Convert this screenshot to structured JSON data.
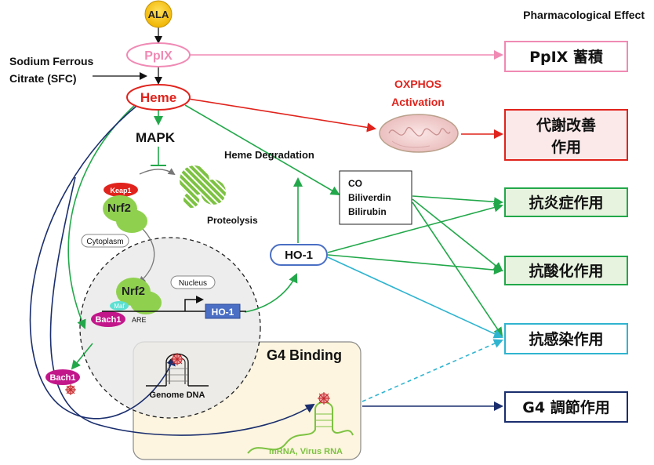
{
  "header": {
    "title": "Pharmacological  Effect"
  },
  "nodes": {
    "ala": "ALA",
    "ppix": "PpIX",
    "sfc_line1": "Sodium Ferrous",
    "sfc_line2": "Citrate (SFC)",
    "heme": "Heme",
    "mapk": "MAPK",
    "heme_degradation": "Heme Degradation",
    "oxphos_line1": "OXPHOS",
    "oxphos_line2": "Activation",
    "products": [
      "CO",
      "Biliverdin",
      "Bilirubin"
    ],
    "keap1": "Keap1",
    "nrf2_cyto": "Nrf2",
    "cytoplasm": "Cytoplasm",
    "proteolysis": "Proteolysis",
    "nucleus": "Nucleus",
    "nrf2_nuc": "Nrf2",
    "maf": "Maf",
    "bach1_nuc": "Bach1",
    "are": "ARE",
    "ho1_gene": "HO-1",
    "ho1_protein": "HO-1",
    "bach1_free": "Bach1",
    "g4_title": "G4 Binding",
    "genome_dna": "Genome DNA",
    "mrna": "mRNA, Virus RNA"
  },
  "effects": [
    {
      "label": "PpIX 蓄積",
      "color": "#f08ab4"
    },
    {
      "label_line1": "代謝改善",
      "label_line2": "作用",
      "color": "#e0231c"
    },
    {
      "label": "抗炎症作用",
      "color": "#22a84a"
    },
    {
      "label": "抗酸化作用",
      "color": "#22a84a"
    },
    {
      "label": "抗感染作用",
      "color": "#2fb4d0"
    },
    {
      "label": "G4 調節作用",
      "color": "#1a2e6e"
    }
  ],
  "colors": {
    "pink": "#f08ab4",
    "red": "#e0231c",
    "green": "#22a84a",
    "cyan": "#2fb4d0",
    "navy": "#1a2e6e",
    "ho1_blue": "#4a6fc4",
    "bach1_magenta": "#c2168a",
    "nrf2_green": "#8fd14f"
  }
}
